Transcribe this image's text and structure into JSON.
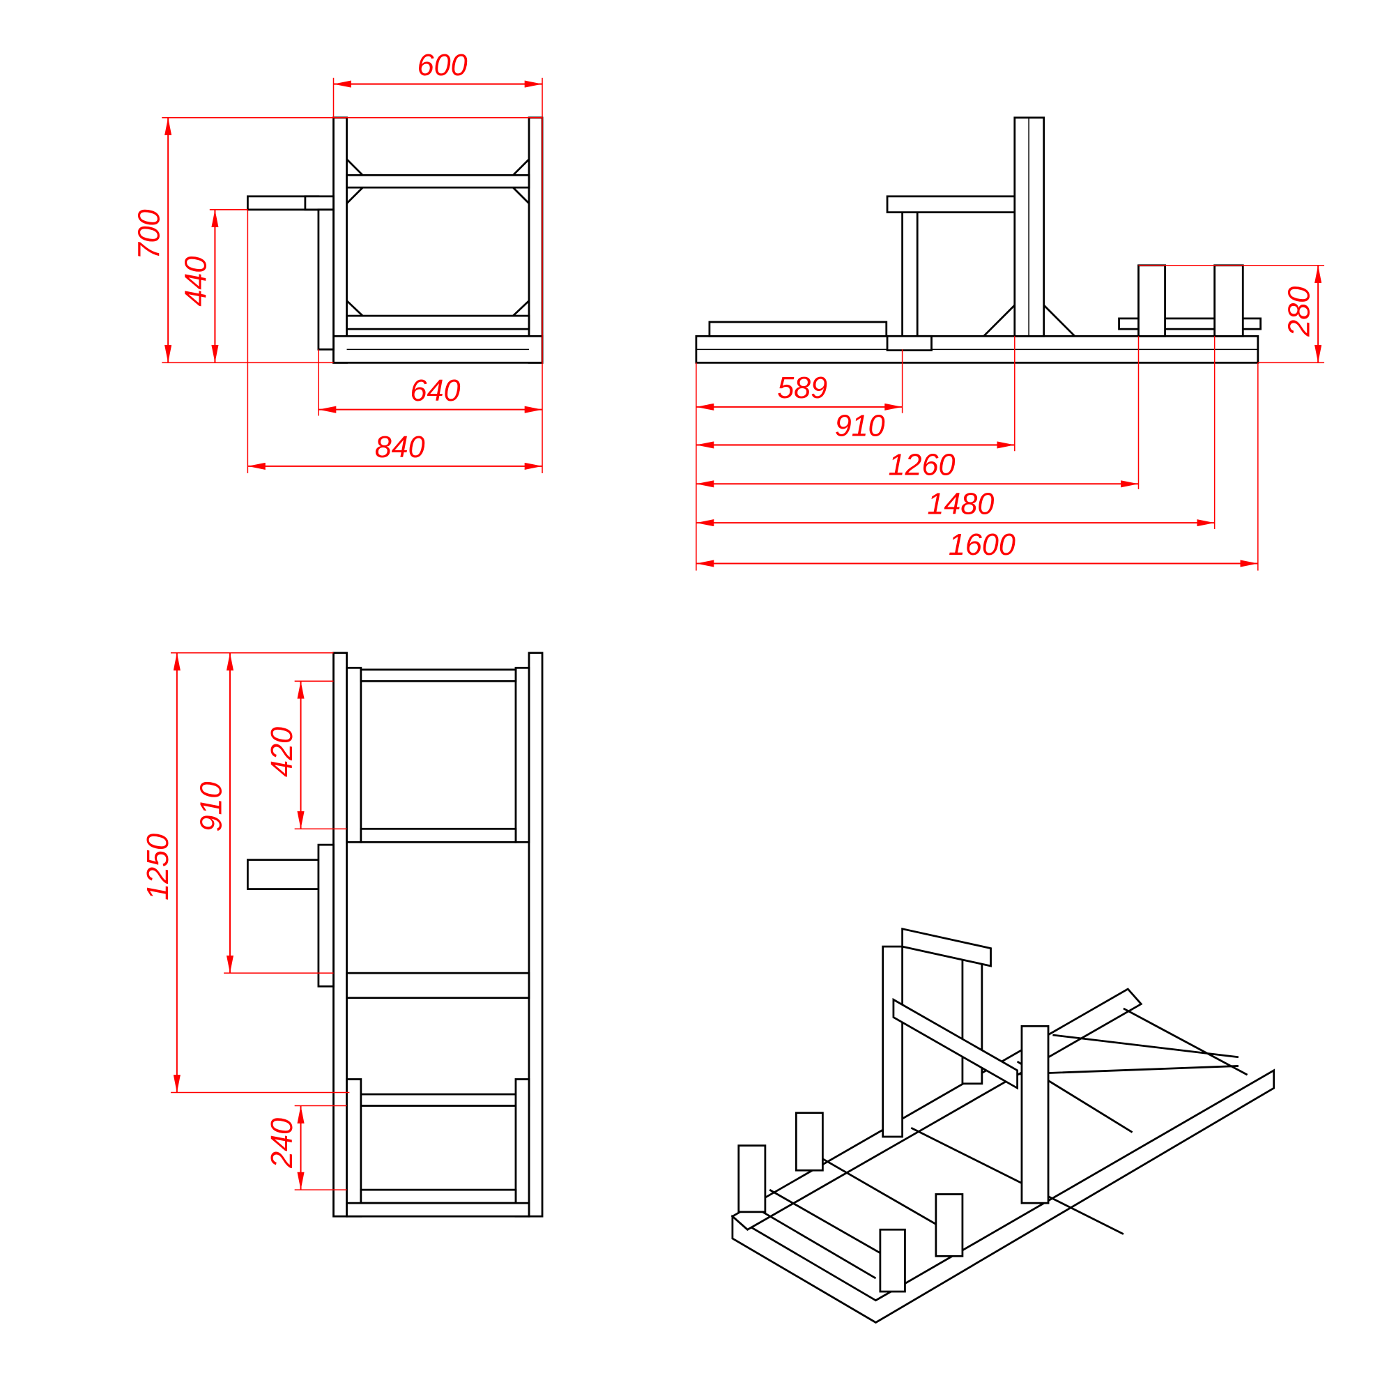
{
  "drawing": {
    "front_view": {
      "width_600": "600",
      "height_700": "700",
      "arm_height_440": "440",
      "base_640": "640",
      "overall_840": "840"
    },
    "side_view": {
      "d589": "589",
      "d910": "910",
      "d1260": "1260",
      "d1480": "1480",
      "d1600": "1600",
      "pedal_height_280": "280"
    },
    "top_view": {
      "d1250": "1250",
      "d910": "910",
      "d420": "420",
      "d240": "240"
    },
    "colors": {
      "dimension": "#ff0000",
      "frame": "#000000"
    }
  }
}
